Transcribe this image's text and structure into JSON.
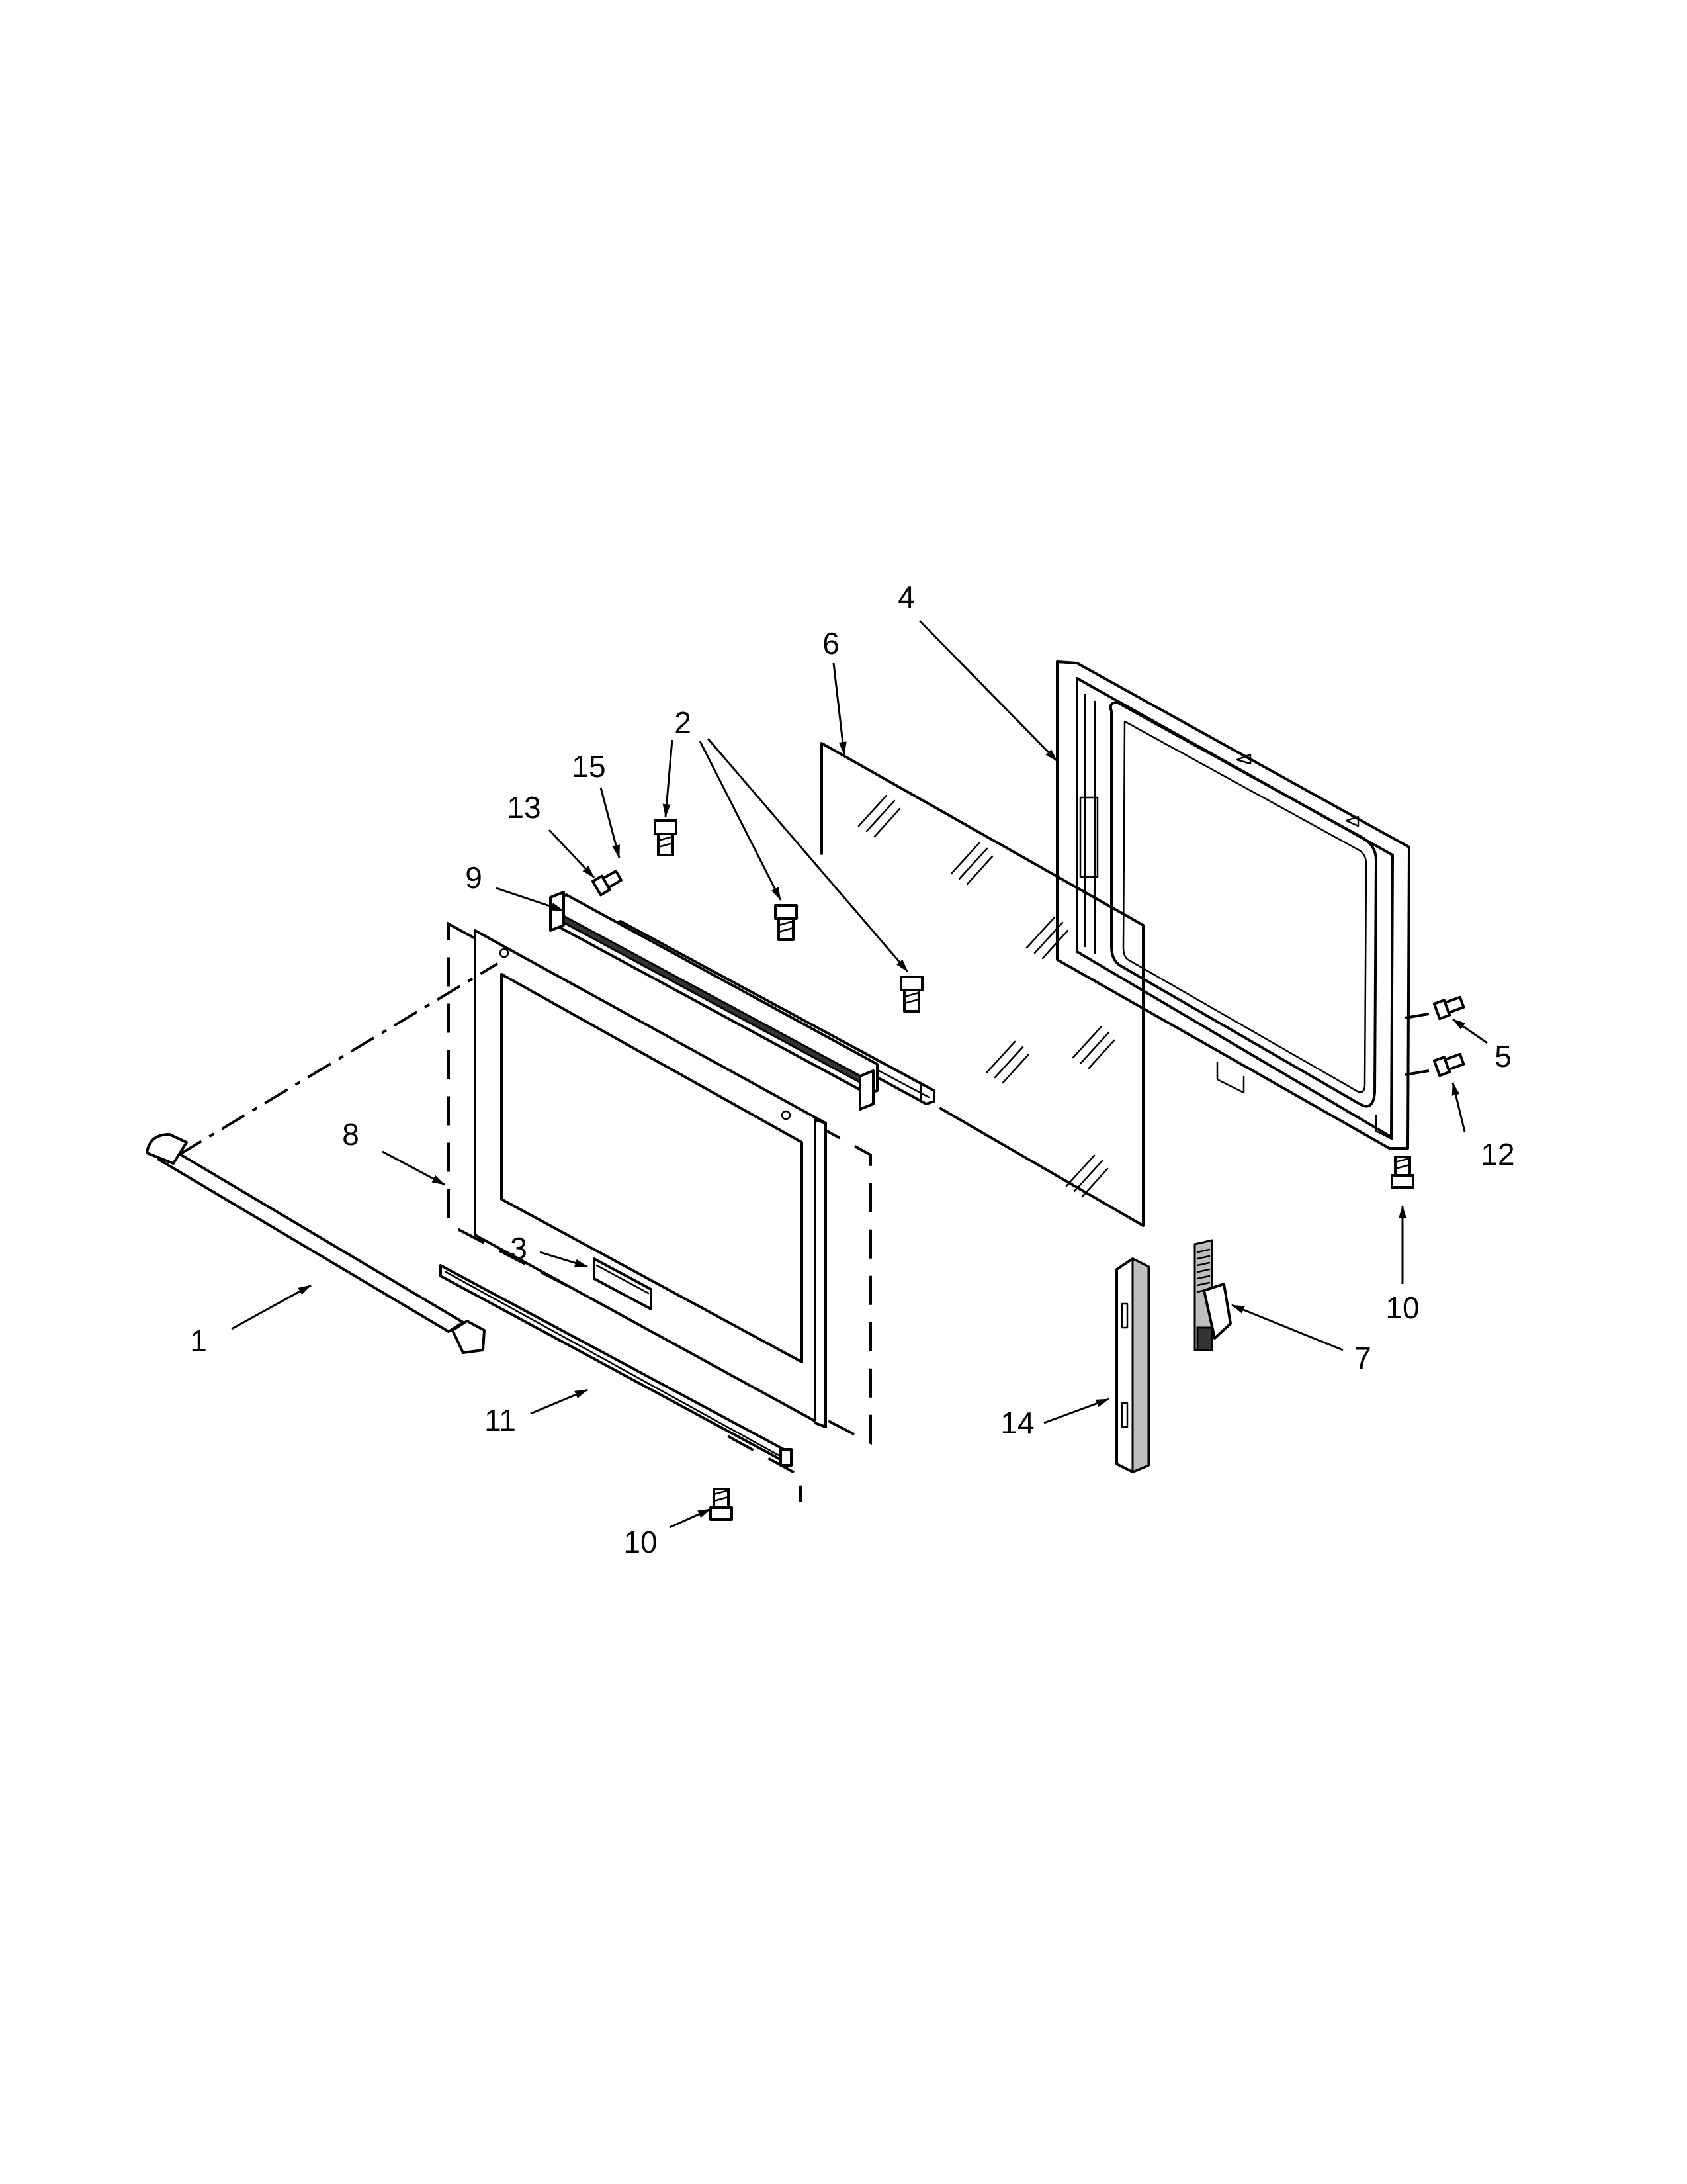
{
  "diagram": {
    "callouts": {
      "c1": "1",
      "c2": "2",
      "c3": "3",
      "c4": "4",
      "c5": "5",
      "c6": "6",
      "c7": "7",
      "c8": "8",
      "c9": "9",
      "c10a": "10",
      "c10b": "10",
      "c11": "11",
      "c12": "12",
      "c13": "13",
      "c14": "14",
      "c15": "15"
    }
  }
}
